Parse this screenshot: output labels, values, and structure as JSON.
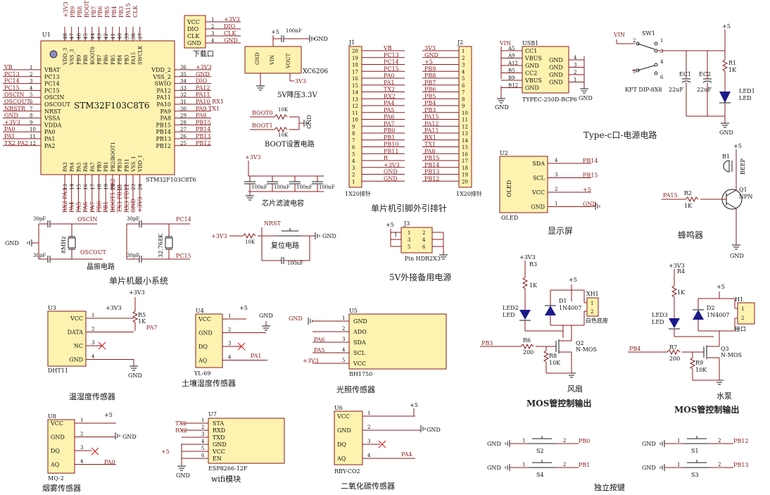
{
  "mcu": {
    "ref": "U1",
    "part": "STM32F103C8T6",
    "top_pins": [
      "+3V3",
      "PB9",
      "PB8",
      "BOOT0",
      "PB7",
      "PB6",
      "PB5",
      "PB4",
      "PB3",
      "PA15",
      "CLK"
    ],
    "left_pins": [
      {
        "net": "VB",
        "num": "1",
        "name": "VBAT"
      },
      {
        "net": "PC13",
        "num": "2",
        "name": "PC13"
      },
      {
        "net": "PC14",
        "num": "3",
        "name": "PC14"
      },
      {
        "net": "PC15",
        "num": "4",
        "name": "PC15"
      },
      {
        "net": "OSCIN",
        "num": "5",
        "name": "OSCIN"
      },
      {
        "net": "OSCOUT",
        "num": "6",
        "name": "OSCOUT"
      },
      {
        "net": "NRSTR",
        "num": "7",
        "name": "NRST"
      },
      {
        "net": "GND",
        "num": "8",
        "name": "VSSA"
      },
      {
        "net": "+3V3",
        "num": "9",
        "name": "VDDA"
      },
      {
        "net": "PA0",
        "num": "10",
        "name": "PA0"
      },
      {
        "net": "PA1",
        "num": "11",
        "name": "PA1"
      },
      {
        "net": "TX2 PA2",
        "num": "12",
        "name": "PA2"
      }
    ],
    "right_pins": [
      {
        "net": "+3V3",
        "num": "36",
        "name": "VDD_2"
      },
      {
        "net": "GND",
        "num": "35",
        "name": "VSS_2"
      },
      {
        "net": "DIO",
        "num": "34",
        "name": "SWIO"
      },
      {
        "net": "PA12",
        "num": "33",
        "name": "PA12"
      },
      {
        "net": "PA11",
        "num": "32",
        "name": "PA11"
      },
      {
        "net": "PA10 RX1",
        "num": "31",
        "name": "PA10"
      },
      {
        "net": "PA9 TX1",
        "num": "30",
        "name": "PA9"
      },
      {
        "net": "PA8",
        "num": "29",
        "name": "PA8"
      },
      {
        "net": "PB15",
        "num": "28",
        "name": "PB15"
      },
      {
        "net": "PB14",
        "num": "27",
        "name": "PB14"
      },
      {
        "net": "PB13",
        "num": "26",
        "name": "PB13"
      },
      {
        "net": "PB12",
        "num": "25",
        "name": "PB12"
      }
    ],
    "inner_top": [
      "VDD_3",
      "VSS_3",
      "PB9",
      "PB8",
      "BOOT0",
      "PB7",
      "PB6",
      "PB5",
      "PB4",
      "PB3",
      "PA15",
      "SWCLK"
    ],
    "inner_bottom": [
      "PA3",
      "PA4",
      "PA5",
      "PA6",
      "PA7",
      "PB0",
      "PB1",
      "PB2/BOOT1",
      "PB10",
      "PB11",
      "VSS_1",
      "VDD_1"
    ],
    "bottom_nets": [
      "RX2 PA3",
      "PA4",
      "PA5",
      "PA6",
      "PA7",
      "PB0",
      "PB1",
      "BOOT1 PB2",
      "TX3 PB10",
      "RX3 PB11",
      "GND",
      "+3V3"
    ],
    "bottom_label": "STM32F103C8T6"
  },
  "debug": {
    "title": "下载口",
    "pins": [
      "VCC",
      "DIO",
      "CLK",
      "GND"
    ],
    "nets": [
      "+3V3",
      "DIO",
      "CLK",
      "GND"
    ],
    "nums": [
      "1",
      "2",
      "3",
      "4"
    ]
  },
  "reg": {
    "ref": "XC6206",
    "in": "+5",
    "out": "3V3",
    "cap": "100nF",
    "pins": [
      "GND",
      "VIN",
      "VOUT"
    ],
    "gnd": "GND",
    "caption": "5V降压3.3V"
  },
  "boot": {
    "labels": [
      "BOOT0",
      "BOOT1"
    ],
    "res": [
      "10K",
      "10K"
    ],
    "gnd": "GND",
    "caption": "BOOT设置电路"
  },
  "filter": {
    "net": "+3V3",
    "caps": [
      "100nF",
      "100nF",
      "100nF",
      "100nF"
    ],
    "caption": "芯片滤波电容"
  },
  "crystal": {
    "c1": "30pF",
    "c2": "30pF",
    "c3": "30pF",
    "c4": "30pF",
    "x1": "8MHz",
    "x2": "32.768K",
    "nets": [
      "OSCIN",
      "OSCOUT",
      "PC14",
      "PC15"
    ],
    "gnd": "GND",
    "caption": "晶振电路"
  },
  "reset": {
    "vcc": "+3V3",
    "res": "10K",
    "sw": "NRST",
    "cap": "100nF",
    "gnd": "GND",
    "caption": "复位电路"
  },
  "min_caption": "单片机最小系统",
  "headers": {
    "j1": "J1",
    "j2": "J2",
    "left_nets": [
      "VB",
      "PC13",
      "PC14",
      "PC15",
      "PA0",
      "PA1",
      "TX2",
      "RX2",
      "PA4",
      "PA5",
      "PA6",
      "PA7",
      "PB0",
      "PB1",
      "PB10",
      "PB11",
      "R",
      "+3V3",
      "GND",
      "GND"
    ],
    "left_nums": [
      "20",
      "19",
      "18",
      "17",
      "16",
      "15",
      "14",
      "13",
      "12",
      "11",
      "10",
      "9",
      "8",
      "7",
      "6",
      "5",
      "4",
      "3",
      "2",
      "1"
    ],
    "right_nets": [
      "3V3",
      "GND",
      "+5",
      "PB9",
      "PB8",
      "PB7",
      "PB6",
      "PB5",
      "PB4",
      "PB3",
      "PA15",
      "PA12",
      "PA11",
      "RX1",
      "TX1",
      "PA8",
      "PB15",
      "PB14",
      "PB13",
      "PB12"
    ],
    "right_nums": [
      "1",
      "2",
      "3",
      "4",
      "5",
      "6",
      "7",
      "8",
      "9",
      "10",
      "11",
      "12",
      "13",
      "14",
      "15",
      "16",
      "17",
      "18",
      "19",
      "20"
    ],
    "foot_left": "1X20排针",
    "foot_right": "1X20排针",
    "caption": "单片机引脚外引排针"
  },
  "backup": {
    "ref": "J3",
    "pos": "+5",
    "gnd": "GND",
    "pins": [
      "1",
      "2",
      "3",
      "4",
      "5",
      "6"
    ],
    "part": "Pin HDR2X3",
    "caption": "5V外接备用电源"
  },
  "usb": {
    "ref": "USB1",
    "vin": "VIN",
    "pinsL": [
      "A5",
      "A9",
      "A12",
      "B5",
      "B9",
      "B12"
    ],
    "namesL": [
      "CC1",
      "VBUS",
      "GND",
      "CC2",
      "VBUS",
      "GND"
    ],
    "namesR": [
      "GND",
      "GND",
      "GND",
      "GND"
    ],
    "numsR": [
      "4",
      "3",
      "2",
      "1"
    ],
    "part": "TYPEC-250D-BCP6",
    "gnd": "GND"
  },
  "power": {
    "sw": "SW1",
    "vin": "VIN",
    "sw_part": "KFT DIP-8X8",
    "nums": [
      "2",
      "3",
      "1",
      "4",
      "5",
      "6"
    ],
    "ec1": "EC1",
    "ec2": "EC2",
    "ec_val": [
      "22uF",
      "22uF"
    ],
    "r1": "R1",
    "r1v": "1K",
    "led": "LED1",
    "ledp": "LED",
    "vcc": "+5",
    "gnd": "GND",
    "caption": "Type-c口-电源电路"
  },
  "oled": {
    "ref": "U2",
    "part": "OLED",
    "bottom": "OLED",
    "pins": [
      "SDA",
      "SCL",
      "VCC",
      "GND"
    ],
    "nums": [
      "4",
      "3",
      "2",
      "1"
    ],
    "nets": [
      "PB14",
      "PB15",
      "+5",
      "GND"
    ],
    "caption": "显示屏"
  },
  "buzzer": {
    "ref": "B1",
    "type": "BEEP",
    "vcc": "+5",
    "q": "Q1",
    "qtype": "NPN",
    "r": "R2",
    "rv": "1K",
    "net": "PA15",
    "gnd": "GND",
    "caption": "蜂鸣器"
  },
  "dht": {
    "ref": "U3",
    "part": "DHT11",
    "pins": [
      "VCC",
      "DATA",
      "NC",
      "GND"
    ],
    "nums": [
      "1",
      "2",
      "3",
      "4"
    ],
    "vcc": "+3V3",
    "r": "R5",
    "rv": "1K",
    "net": "PA7",
    "gnd": "GND",
    "caption": "温湿度传感器"
  },
  "soil": {
    "ref": "U4",
    "part": "YL-69",
    "pins": [
      "VCC",
      "GND",
      "DQ",
      "AQ"
    ],
    "nums": [
      "1",
      "2",
      "3",
      "4"
    ],
    "vcc": "+5",
    "gnd": "GND",
    "net": "PA1",
    "caption": "土壤湿度传感器"
  },
  "light": {
    "ref": "U5",
    "part": "BH1750",
    "pins": [
      "GND",
      "ADO",
      "SDA",
      "SCL",
      "VCC"
    ],
    "nums": [
      "1",
      "2",
      "3",
      "4",
      "5"
    ],
    "nets": [
      "GND",
      "",
      "PA6",
      "PA5",
      "+3V3"
    ],
    "caption": "光照传感器"
  },
  "smoke": {
    "ref": "U8",
    "part": "MQ-2",
    "pins": [
      "VCC",
      "GND",
      "DQ",
      "AQ"
    ],
    "nums": [
      "1",
      "2",
      "3",
      "4"
    ],
    "vcc": "+5",
    "gnd": "GND",
    "net": "PA0",
    "caption": "烟雾传感器"
  },
  "wifi": {
    "ref": "U7",
    "part": "ESP8266-12F",
    "pins": [
      "STA",
      "RXD",
      "TXD",
      "GND",
      "VCC",
      "EN"
    ],
    "nums": [
      "1",
      "2",
      "3",
      "4",
      "5",
      "6"
    ],
    "nets": [
      "TX2",
      "RX2",
      "",
      "",
      "+5",
      ""
    ],
    "gnd": "GND",
    "caption": "wifi模块"
  },
  "co2": {
    "ref": "U6",
    "part": "RBY-CO2",
    "pins": [
      "VCC",
      "GND",
      "DQ",
      "AQ"
    ],
    "nums": [
      "1",
      "2",
      "3",
      "4"
    ],
    "vcc": "+5",
    "gnd": "GND",
    "net": "PA4",
    "caption": "二氧化碳传感器"
  },
  "fan": {
    "vcc": "+3V3",
    "r3": "R3",
    "r3v": "1K",
    "led": "LED2",
    "ledp": "LED",
    "d": "D1",
    "dp": "1N4007",
    "x": "XH1",
    "xp": "白色底座",
    "v5": "+5",
    "net": "PB3",
    "r6": "R6",
    "r6v": "200",
    "r8": "R8",
    "r8v": "10K",
    "q": "Q2",
    "qt": "N-MOS",
    "title": "风扇",
    "caption": "MOS管控制输出"
  },
  "pump": {
    "vcc": "+3V3",
    "r4": "R4",
    "r4v": "1K",
    "led": "LED3",
    "ledp": "LED",
    "d": "D2",
    "dp": "1N4007",
    "x": "H1",
    "xp": "接口",
    "v5": "+5",
    "net": "PB4",
    "r7": "R7",
    "r7v": "200",
    "r9": "R9",
    "r9v": "10K",
    "q": "Q3",
    "qt": "N-MOS",
    "title": "水泵",
    "caption": "MOS管控制输出"
  },
  "keys": {
    "items": [
      {
        "ref": "S2",
        "net": "PB0"
      },
      {
        "ref": "S4",
        "net": "PB1"
      },
      {
        "ref": "S1",
        "net": "PB12"
      },
      {
        "ref": "S3",
        "net": "PB13"
      }
    ],
    "gnd": "GND",
    "caption": "独立按键"
  }
}
